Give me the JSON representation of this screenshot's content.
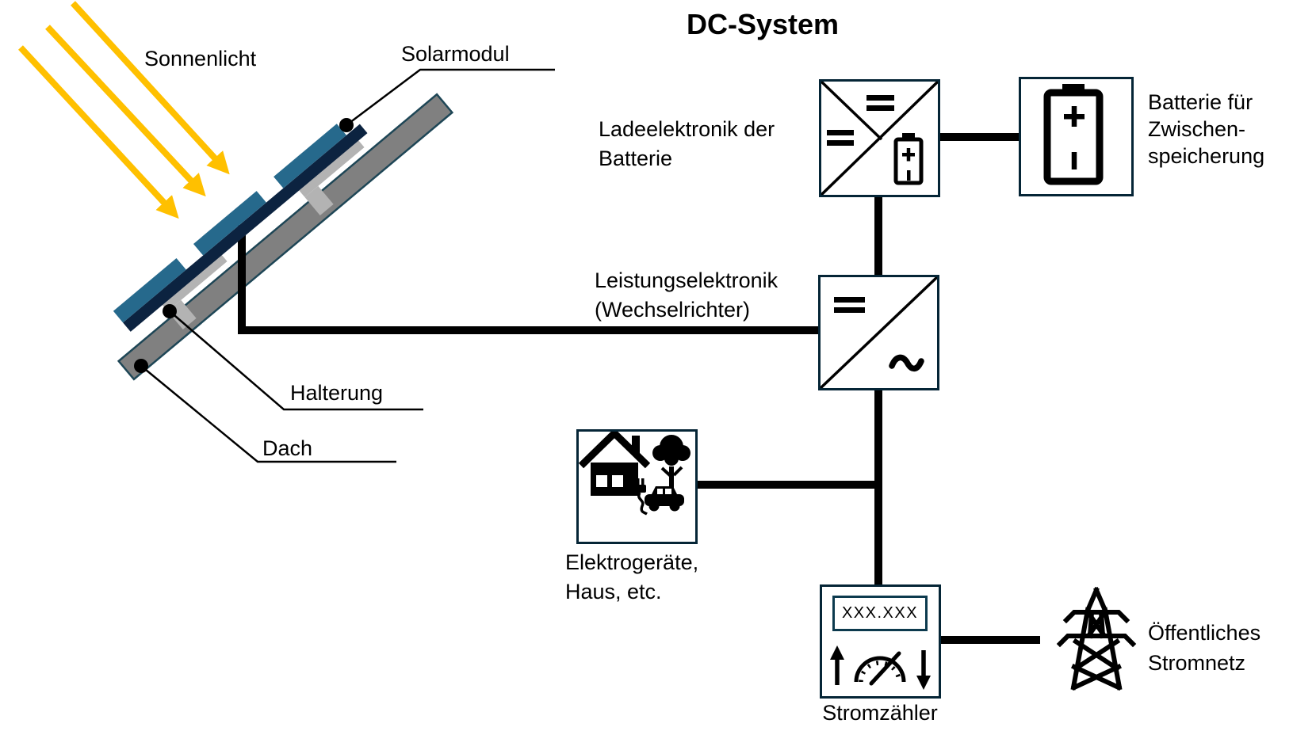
{
  "title": "DC-System",
  "colors": {
    "sun_gold": "#FFC000",
    "module_teal": "#26698C",
    "module_navy": "#0C2340",
    "roof_gray": "#808080",
    "bracket_gray": "#B3B3B3",
    "outline_dark": "#052536",
    "wire_black": "#000000"
  },
  "pv_array": {
    "sunlight_label": "Sonnenlicht",
    "module_label": "Solarmodul",
    "mount_label": "Halterung",
    "roof_label": "Dach"
  },
  "nodes": {
    "charge_controller": {
      "label": "Ladeelektronik der\nBatterie"
    },
    "battery": {
      "label": "Batterie für\nZwischen-\nspeicherung"
    },
    "inverter": {
      "label": "Leistungselektronik\n(Wechselrichter)"
    },
    "loads": {
      "label": "Elektrogeräte,\nHaus, etc."
    },
    "meter": {
      "label": "Stromzähler",
      "display_value": "XXX.XXX"
    },
    "grid": {
      "label": "Öffentliches\nStromnetz"
    }
  },
  "icons": {
    "sun-rays-icon": "three diagonal gold arrows",
    "solar-module-icon": "tilted blue PV module bar",
    "roof-icon": "tilted gray roof plank",
    "mount-bracket-icon": "gray L-shaped mounting brackets",
    "dc-dc-converter-icon": "square with two = symbols and small battery",
    "battery-icon": "battery cell with + and - poles",
    "dc-ac-inverter-icon": "square with = and ~ separated by diagonal",
    "house-icon": "house silhouette",
    "tree-icon": "tree silhouette",
    "ev-charging-icon": "electric car with charging plug",
    "gauge-icon": "semicircular meter gauge with needle",
    "up-arrow-icon": "feed-in arrow",
    "down-arrow-icon": "consumption arrow",
    "power-tower-icon": "high-voltage transmission tower"
  }
}
